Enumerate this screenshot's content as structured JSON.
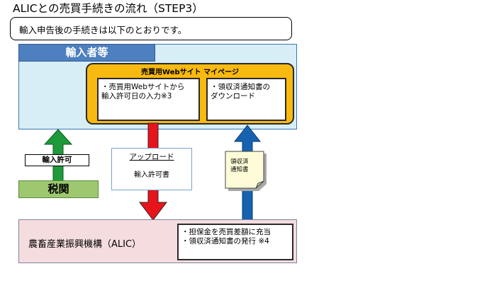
{
  "title": "ALICとの売買手続きの流れ（STEP3）",
  "intro": "輸入申告後の手続きは以下のとおりです。",
  "importer": {
    "label": "輸入者等"
  },
  "portal": {
    "title": "売買用Webサイト マイページ",
    "box1": "・売買用Webサイトから\n輸入許可日の入力※3",
    "box2": "・領収済通知書の\nダウンロード"
  },
  "customs": {
    "label": "税関",
    "permit_label": "輸入許可"
  },
  "upload": {
    "label": "アップロード",
    "document": "輸入許可書"
  },
  "receipt_doc": {
    "label": "領収済\n通知書"
  },
  "alic": {
    "name": "農畜産業振興機構（ALIC）",
    "actions": "・担保金を売買差額に充当\n・領収済通知書の発行 ※4"
  },
  "colors": {
    "importer_header": "#4e7fbf",
    "importer_bg": "#d7eef7",
    "portal": "#f8b910",
    "customs": "#9dc870",
    "alic_bg": "#f5dddf",
    "arrow_green": "#1e9a3a",
    "arrow_red": "#e8141c",
    "arrow_blue": "#1762b0"
  }
}
